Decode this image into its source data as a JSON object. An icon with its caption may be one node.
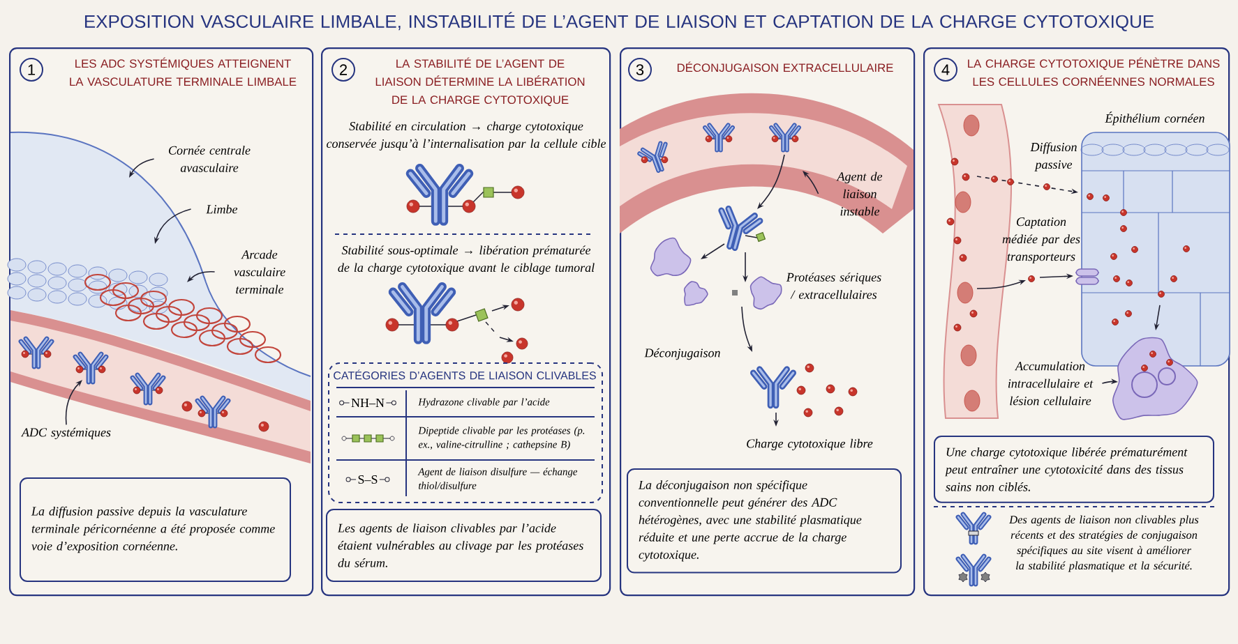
{
  "diagram": {
    "title": "EXPOSITION VASCULAIRE LIMBALE, INSTABILITÉ DE L’AGENT DE LIAISON ET CAPTATION DE LA CHARGE CYTOTOXIQUE",
    "nodes": [
      {
        "text": [
          "LES ADC SYSTÉMIQUES ATTEIGNENT LA VASCULATURE TERMINALE LIMBALE"
        ]
      },
      {
        "text": [
          "1"
        ],
        "in": 0
      },
      {
        "text": [
          "Cornée centrale avasculaire"
        ],
        "in": 0
      },
      {
        "text": [
          "Limbe"
        ],
        "in": 0
      },
      {
        "text": [
          "Arcade vasculaire terminale"
        ],
        "in": 0
      },
      {
        "text": [
          "ADC systémiques"
        ],
        "in": 0
      },
      {
        "text": [
          "La diffusion passive depuis la vasculature terminale péricornéenne a été proposée comme voie d’exposition cornéenne."
        ],
        "in": 0
      },
      {
        "text": [
          "LA STABILITÉ DE L’AGENT DE LIAISON DÉTERMINE LA LIBÉRATION DE LA CHARGE CYTOTOXIQUE"
        ]
      },
      {
        "text": [
          "2"
        ],
        "in": 7
      },
      {
        "text": [
          "CATÉGORIES D’AGENTS DE LIAISON CLIVABLES"
        ],
        "in": 7
      },
      {
        "text": [
          "Les agents de liaison clivables par l’acide étaient vulnérables au clivage par les protéases du sérum."
        ],
        "in": 7
      },
      {
        "text": [
          "DÉCONJUGAISON EXTRACELLULAIRE"
        ]
      },
      {
        "text": [
          "3"
        ],
        "in": 11
      },
      {
        "text": [
          "Agent de liaison instable"
        ],
        "in": 11
      },
      {
        "text": [
          "La déconjugaison non spécifique conventionnelle peut générer des ADC hétérogènes, avec une stabilité plasmatique réduite et une perte accrue de la charge cytotoxique."
        ],
        "in": 11
      },
      {
        "text": [
          "LA CHARGE CYTOTOXIQUE PÉNÈTRE DANS LES CELLULES CORNÉENNES NORMALES"
        ]
      },
      {
        "text": [
          "4"
        ],
        "in": 15
      },
      {
        "text": [
          "Accumulation intracellulaire et lésion cellulaire"
        ],
        "in": 15
      },
      {
        "text": [
          "Une charge cytotoxique libérée prématurément peut entraîner une cytotoxicité dans des tissus sains non ciblés."
        ],
        "in": 15
      }
    ],
    "edges": [
      {
        "from": 2,
        "to": null,
        "arrow": "to"
      },
      {
        "from": 3,
        "to": null,
        "arrow": "to"
      },
      {
        "from": 4,
        "to": null,
        "arrow": "to"
      },
      {
        "from": 5,
        "to": null,
        "arrow": "to"
      },
      {
        "from": 13,
        "to": null,
        "arrow": "to"
      },
      {
        "from": 17,
        "to": null,
        "arrow": "to"
      }
    ],
    "labels": [
      "Stabilité en circulation → charge cytotoxique conservée jusqu’à l’internalisation par la cellule cible",
      "Stabilité sous-optimale → libération prématurée de la charge cytotoxique avant le ciblage tumoral",
      "NH–N",
      "Hydrazone clivable par l’acide",
      "Dipeptide clivable par les protéases (p. ex., valine-citrulline ; cathepsine B)",
      "S–S",
      "Agent de liaison disulfure — échange thiol/disulfure",
      "Protéases sériques / extracellulaires",
      "Déconjugaison",
      "Charge cytotoxique libre",
      "Épithélium cornéen",
      "Diffusion passive",
      "Captation médiée par des transporteurs",
      "Des agents de liaison non clivables plus récents et des stratégies de conjugaison spécifiques au site visent à améliorer la stabilité plasmatique et la sécurité."
    ]
  }
}
